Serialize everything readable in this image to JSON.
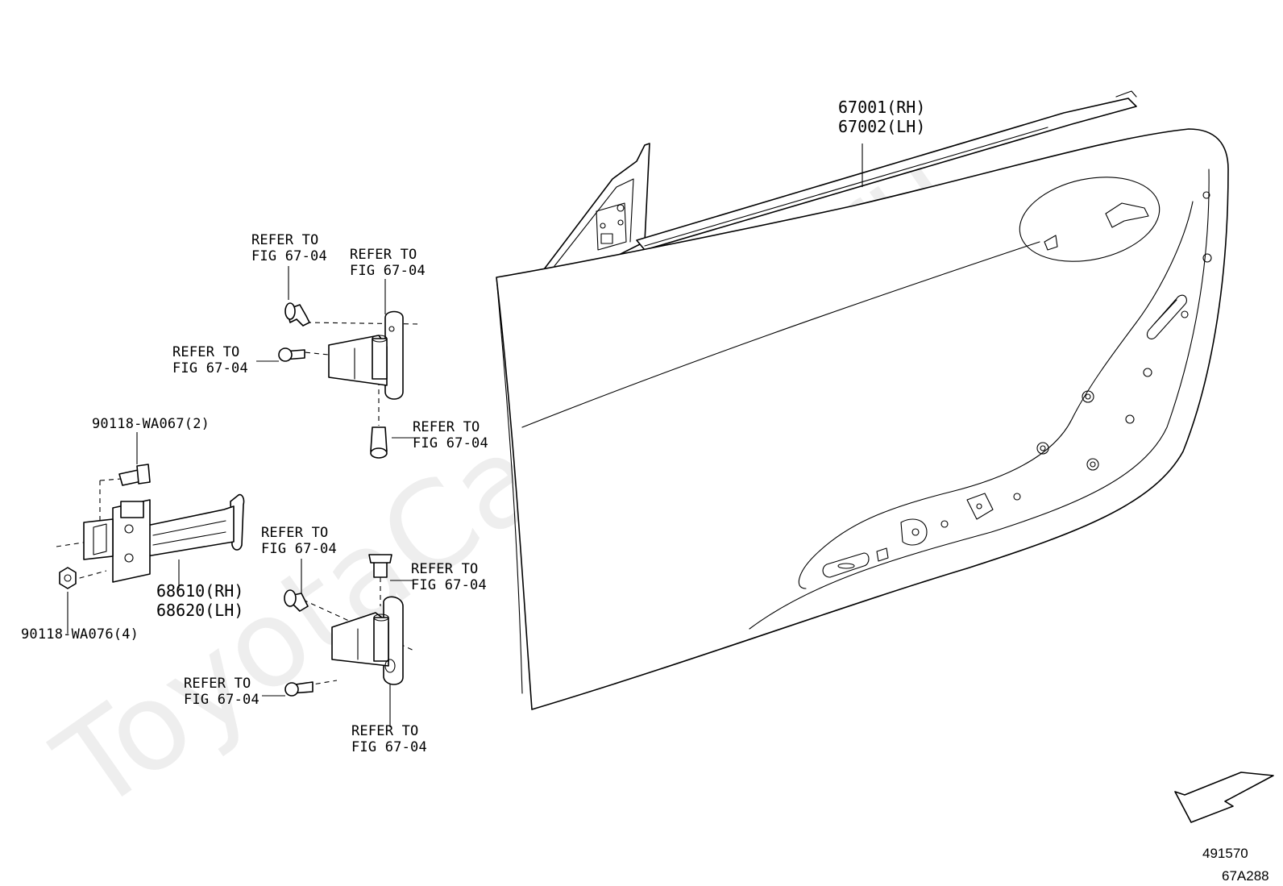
{
  "watermark": "ToyotaCarMine.ru",
  "labels": {
    "door_rh": "67001(RH)",
    "door_lh": "67002(LH)",
    "check_rh": "68610(RH)",
    "check_lh": "68620(LH)",
    "bolt_check": "90118-WA067(2)",
    "nut_check": "90118-WA076(4)"
  },
  "refer": {
    "line1": "REFER TO",
    "line2": "FIG 67-04"
  },
  "footer": {
    "code_1": "491570",
    "code_2": "67A288"
  }
}
